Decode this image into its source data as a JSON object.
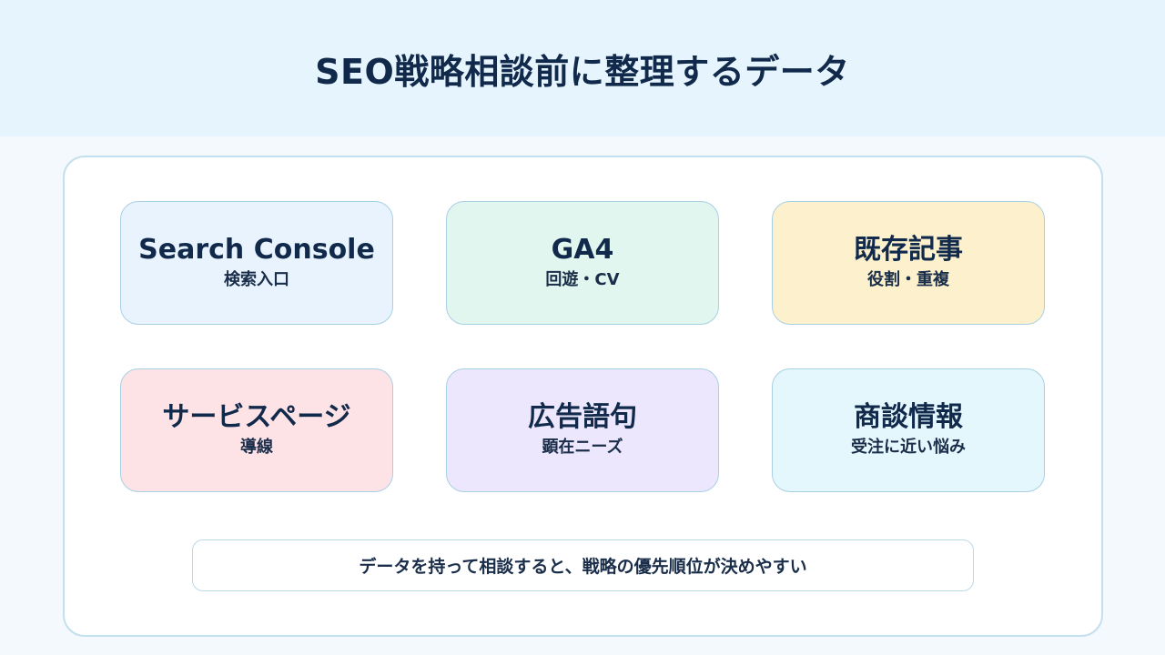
{
  "header": {
    "title": "SEO戦略相談前に整理するデータ"
  },
  "cards": [
    {
      "title": "Search Console",
      "subtitle": "検索入口",
      "color": "#e8f3fd"
    },
    {
      "title": "GA4",
      "subtitle": "回遊・CV",
      "color": "#e1f6ef"
    },
    {
      "title": "既存記事",
      "subtitle": "役割・重複",
      "color": "#fdf1cd"
    },
    {
      "title": "サービスページ",
      "subtitle": "導線",
      "color": "#fde2e6"
    },
    {
      "title": "広告語句",
      "subtitle": "顕在ニーズ",
      "color": "#ede7fd"
    },
    {
      "title": "商談情報",
      "subtitle": "受注に近い悩み",
      "color": "#e4f7fc"
    }
  ],
  "note": {
    "text": "データを持って相談すると、戦略の優先順位が決めやすい"
  }
}
